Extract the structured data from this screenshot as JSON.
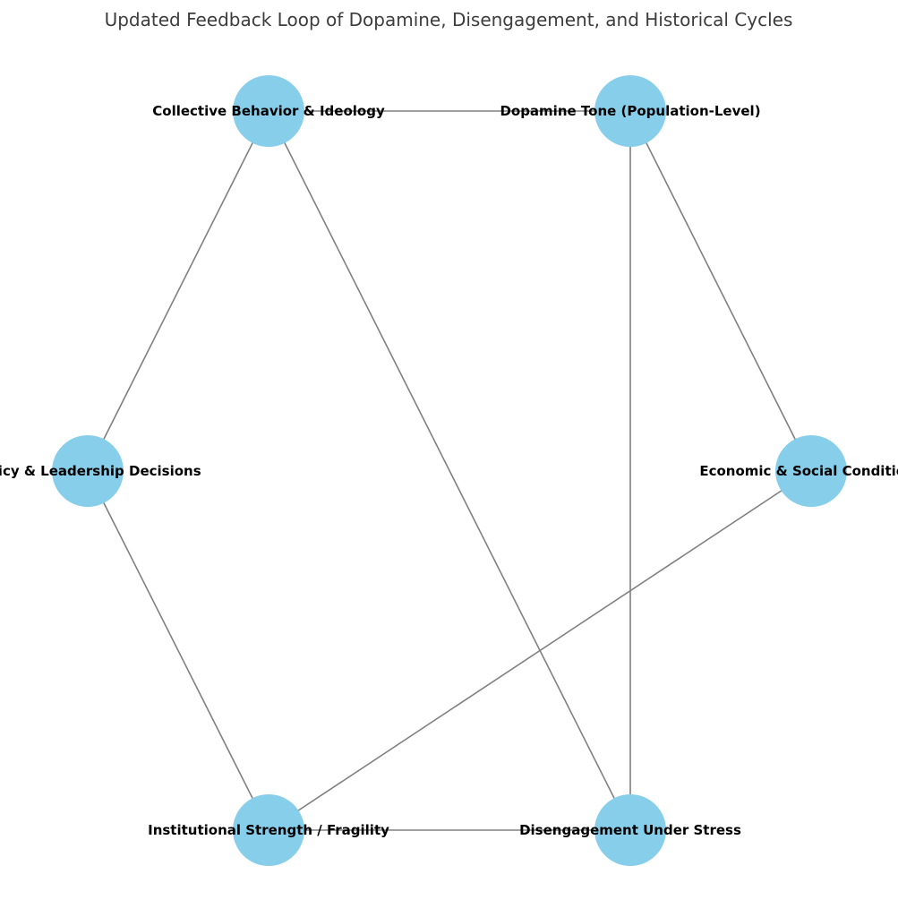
{
  "title": "Updated Feedback Loop of Dopamine, Disengagement, and Historical Cycles",
  "colors": {
    "node_fill": "#87ceeb",
    "edge": "#808080",
    "label": "#000000",
    "title": "#3d3d3d",
    "background": "#ffffff"
  },
  "nodes": [
    {
      "id": "collective",
      "label": "Collective Behavior & Ideology"
    },
    {
      "id": "dopamine",
      "label": "Dopamine Tone (Population-Level)"
    },
    {
      "id": "economic",
      "label": "Economic & Social Conditions"
    },
    {
      "id": "disengagement",
      "label": "Disengagement Under Stress"
    },
    {
      "id": "institutional",
      "label": "Institutional Strength / Fragility"
    },
    {
      "id": "policy",
      "label": "Policy & Leadership Decisions"
    }
  ],
  "edges": [
    {
      "from": "collective",
      "to": "dopamine"
    },
    {
      "from": "dopamine",
      "to": "economic"
    },
    {
      "from": "dopamine",
      "to": "disengagement"
    },
    {
      "from": "collective",
      "to": "policy"
    },
    {
      "from": "collective",
      "to": "disengagement"
    },
    {
      "from": "policy",
      "to": "institutional"
    },
    {
      "from": "economic",
      "to": "institutional"
    },
    {
      "from": "institutional",
      "to": "disengagement"
    }
  ]
}
